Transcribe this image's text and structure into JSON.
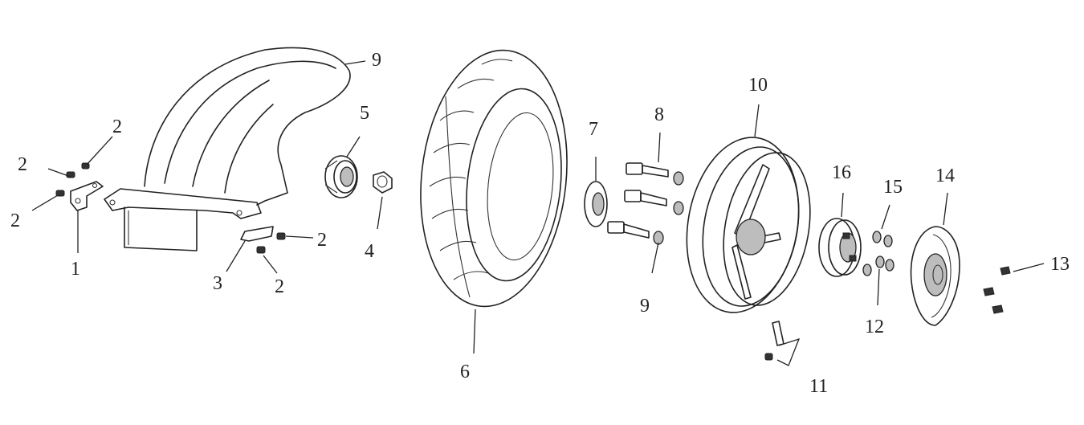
{
  "callouts": {
    "c1": "1",
    "c2a": "2",
    "c2b": "2",
    "c2c": "2",
    "c2d": "2",
    "c2e": "2",
    "c3": "3",
    "c4": "4",
    "c5": "5",
    "c6": "6",
    "c7": "7",
    "c8": "8",
    "c9a": "9",
    "c9b": "9",
    "c10": "10",
    "c11": "11",
    "c12": "12",
    "c13": "13",
    "c14": "14",
    "c15": "15",
    "c16": "16"
  }
}
